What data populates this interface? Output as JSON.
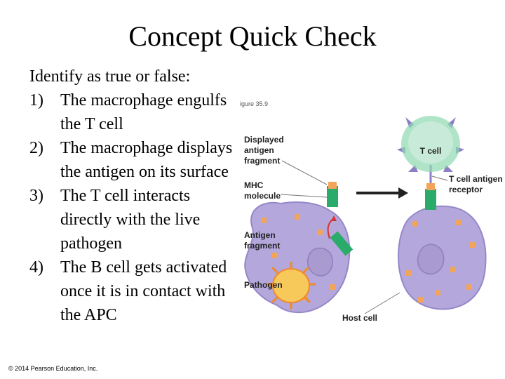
{
  "slide": {
    "title": "Concept Quick Check",
    "intro": "Identify as true or false:",
    "questions": [
      {
        "number": "1)",
        "text": "The macrophage engulfs the T cell"
      },
      {
        "number": "2)",
        "text": "The macrophage displays the antigen on its surface"
      },
      {
        "number": "3)",
        "text": "The T cell interacts directly with the live pathogen"
      },
      {
        "number": "4)",
        "text": "The B cell gets activated once it is in contact with the APC"
      }
    ],
    "copyright": "© 2014 Pearson Education, Inc."
  },
  "figure": {
    "caption": "igure 35.9",
    "labels": {
      "displayed_antigen_1": "Displayed",
      "displayed_antigen_2": "antigen",
      "displayed_antigen_3": "fragment",
      "mhc_1": "MHC",
      "mhc_2": "molecule",
      "antigen_fragment_1": "Antigen",
      "antigen_fragment_2": "fragment",
      "pathogen": "Pathogen",
      "t_cell": "T cell",
      "t_cell_receptor_1": "T cell antigen",
      "t_cell_receptor_2": "receptor",
      "host_cell": "Host cell"
    },
    "colors": {
      "host_cell": "#b3a7dc",
      "host_cell_stroke": "#9688c8",
      "nucleus": "#a99acf",
      "t_cell": "#c8ead8",
      "t_cell_halo": "#8fd8b0",
      "t_cell_spikes": "#8d7fc4",
      "mhc": "#2bab6a",
      "antigen": "#f2a55a",
      "pathogen": "#f7c85a",
      "pathogen_spikes": "#f08a2a",
      "arrow": "#222222",
      "red_arrow": "#d8322a"
    }
  }
}
